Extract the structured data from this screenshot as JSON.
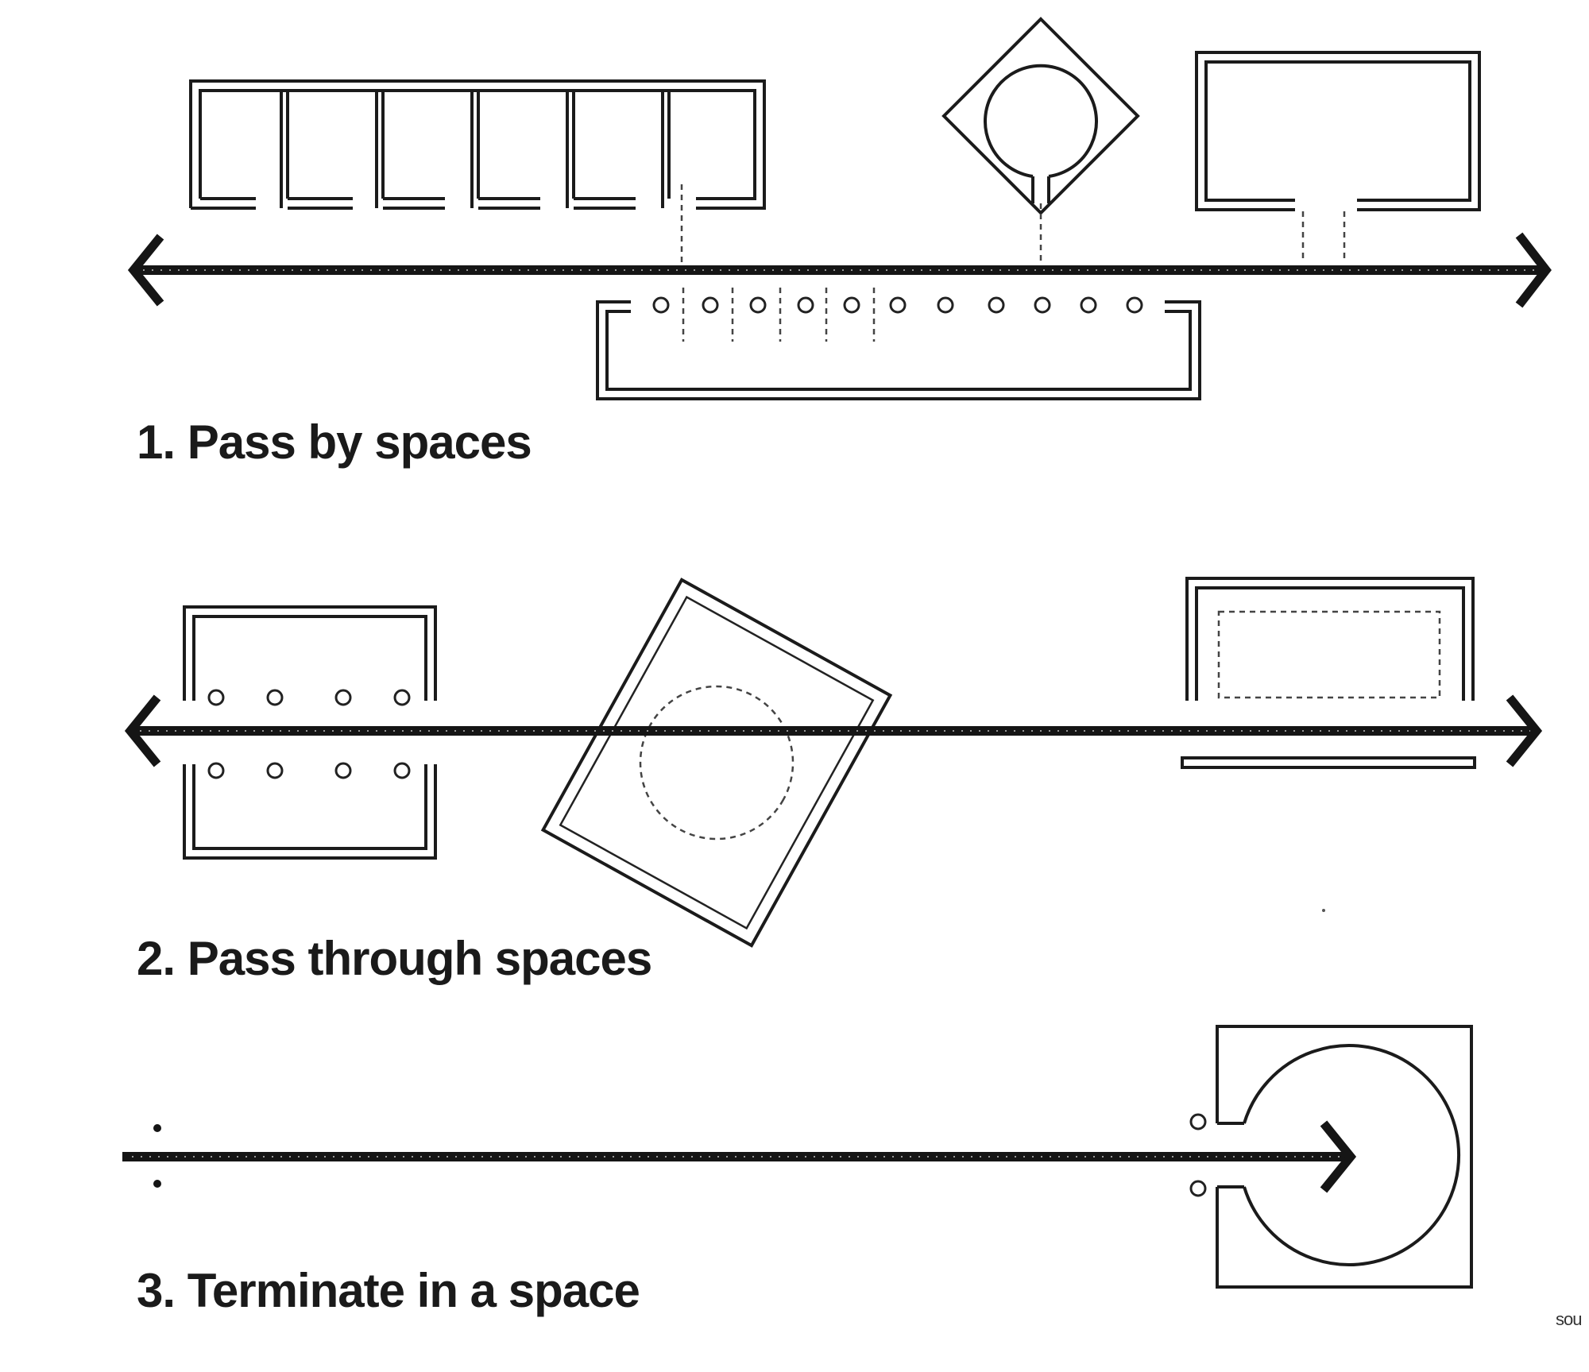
{
  "captions": {
    "pass_by": "1. Pass by spaces",
    "pass_through": "2. Pass through spaces",
    "terminate": "3. Terminate in a space"
  },
  "source_tag": "sou",
  "colors": {
    "ink": "#1b1b1b",
    "paper": "#ffffff"
  }
}
